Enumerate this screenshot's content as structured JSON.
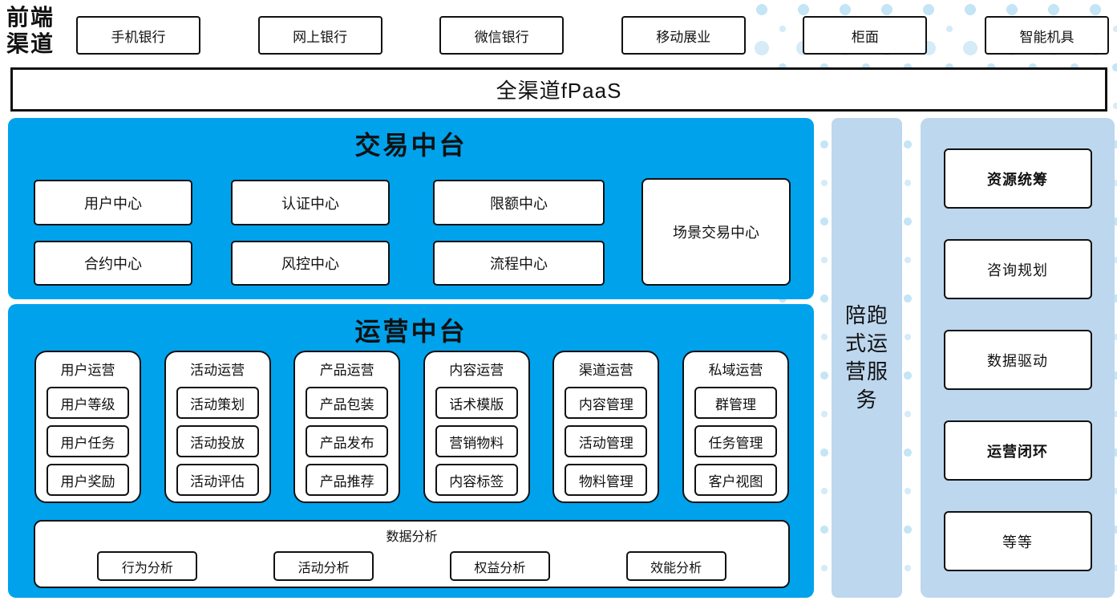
{
  "colors": {
    "primary_blue": "#00A2EC",
    "light_blue": "#BDD7EE",
    "dot_light": "#D5EBF8",
    "dot_dark": "#C4E5F6",
    "line": "#111111"
  },
  "frontend": {
    "label": "前端渠道",
    "channels": [
      "手机银行",
      "网上银行",
      "微信银行",
      "移动展业",
      "柜面",
      "智能机具"
    ]
  },
  "fpaas": {
    "label": "全渠道fPaaS"
  },
  "transaction": {
    "title": "交易中台",
    "row1": [
      "用户中心",
      "认证中心",
      "限额中心"
    ],
    "row2": [
      "合约中心",
      "风控中心",
      "流程中心"
    ],
    "scene_center": "场景交易中心"
  },
  "operation": {
    "title": "运营中台",
    "columns": [
      {
        "title": "用户运营",
        "items": [
          "用户等级",
          "用户任务",
          "用户奖励"
        ]
      },
      {
        "title": "活动运营",
        "items": [
          "活动策划",
          "活动投放",
          "活动评估"
        ]
      },
      {
        "title": "产品运营",
        "items": [
          "产品包装",
          "产品发布",
          "产品推荐"
        ]
      },
      {
        "title": "内容运营",
        "items": [
          "话术模版",
          "营销物料",
          "内容标签"
        ]
      },
      {
        "title": "渠道运营",
        "items": [
          "内容管理",
          "活动管理",
          "物料管理"
        ]
      },
      {
        "title": "私域运营",
        "items": [
          "群管理",
          "任务管理",
          "客户视图"
        ]
      }
    ],
    "analysis": {
      "title": "数据分析",
      "items": [
        "行为分析",
        "活动分析",
        "权益分析",
        "效能分析"
      ]
    }
  },
  "side_service": {
    "label": "陪跑式运营服务"
  },
  "right_panel": {
    "items": [
      {
        "label": "资源统筹",
        "bold": true
      },
      {
        "label": "咨询规划",
        "bold": false
      },
      {
        "label": "数据驱动",
        "bold": false
      },
      {
        "label": "运营闭环",
        "bold": true
      },
      {
        "label": "等等",
        "bold": false
      }
    ]
  }
}
